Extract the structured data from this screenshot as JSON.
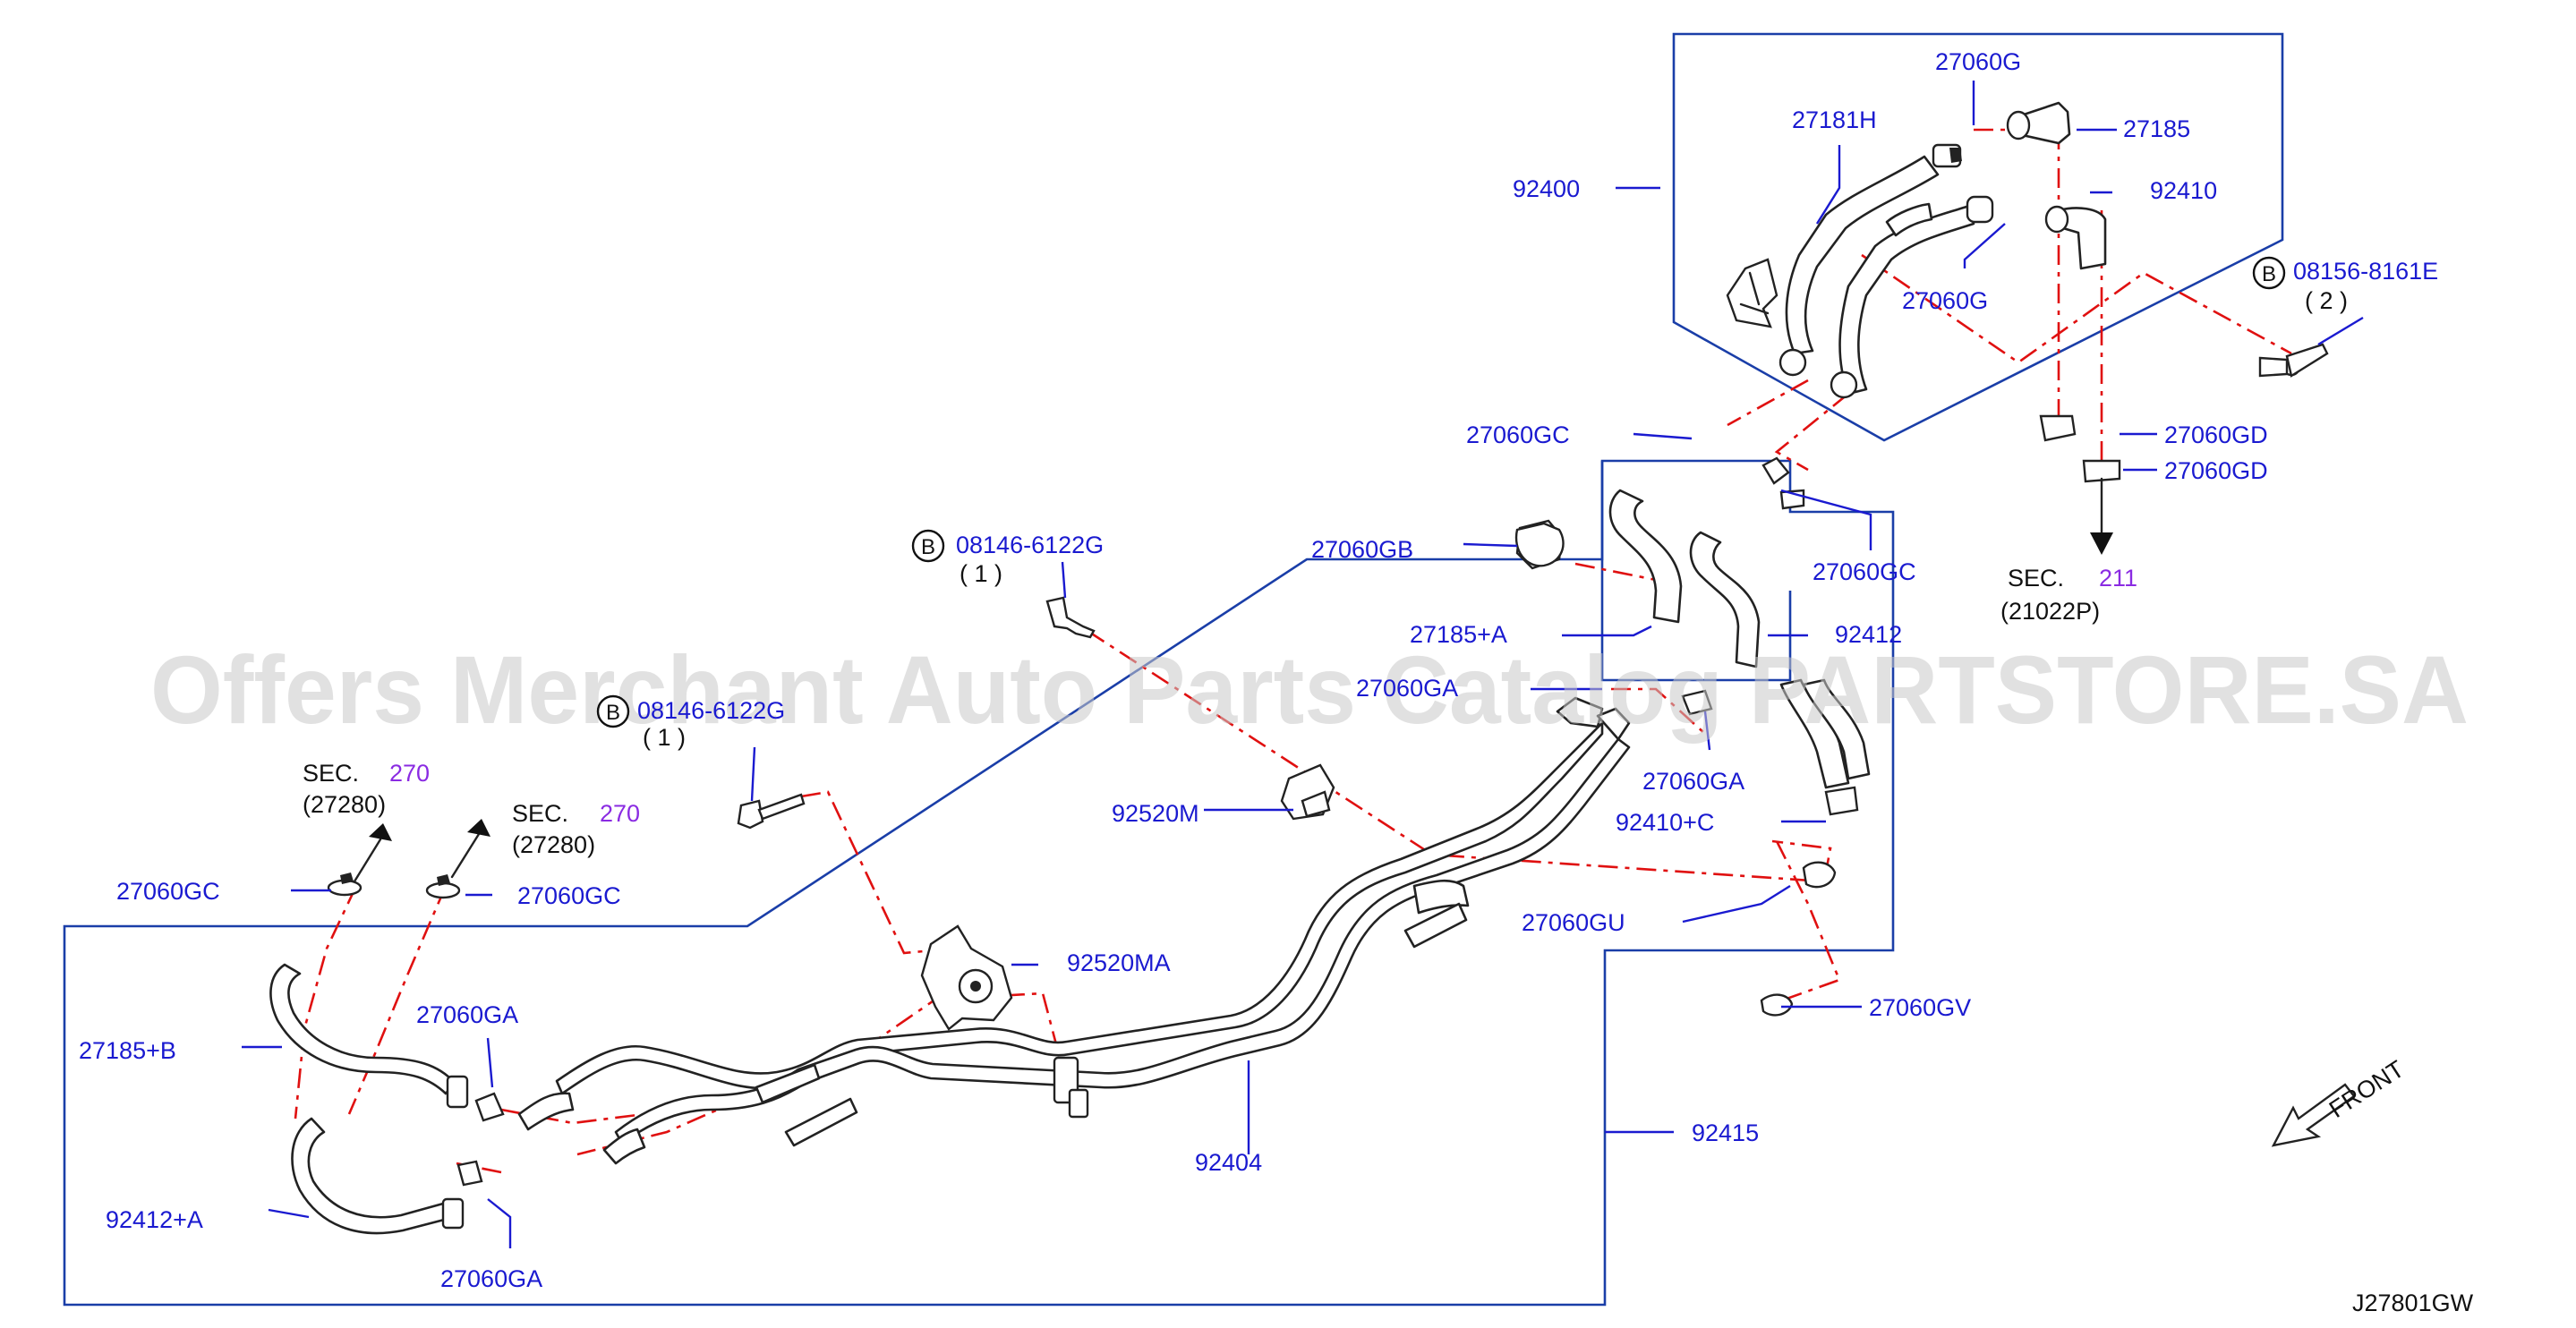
{
  "watermark": "Offers Merchant Auto Parts Catalog PARTSTORE.SA",
  "diagram_code": "J27801GW",
  "front_label": "FRONT",
  "part_labels": {
    "p27060G_top": "27060G",
    "p27181H": "27181H",
    "p27185": "27185",
    "p92400": "92400",
    "p92410": "92410",
    "p27060G_mid": "27060G",
    "bolt_8161_code": "08156-8161E",
    "bolt_8161_qty": "( 2 )",
    "p27060GC_upper": "27060GC",
    "p27060GD_1": "27060GD",
    "p27060GD_2": "27060GD",
    "bolt_6122_code": "08146-6122G",
    "bolt_6122_qty": "( 1 )",
    "p27060GB": "27060GB",
    "p27060GC_right": "27060GC",
    "p27185A": "27185+A",
    "p92412": "92412",
    "p27060GA_upper": "27060GA",
    "bolt_6212_code": "08146-6122G",
    "bolt_6212_qty": "( 1 )",
    "p27060GA_right": "27060GA",
    "p92520M": "92520M",
    "p92410C": "92410+C",
    "p27060GU": "27060GU",
    "p92520MA": "92520MA",
    "p27060GV": "27060GV",
    "p27060GC_left1": "27060GC",
    "p27060GC_left2": "27060GC",
    "p27185B": "27185+B",
    "p27060GA_left": "27060GA",
    "p92412A": "92412+A",
    "p27060GA_bottom": "27060GA",
    "p92404": "92404",
    "p92415": "92415"
  },
  "circle_marks": {
    "b1": "B",
    "b2": "B",
    "b3": "B"
  },
  "sec_refs": {
    "sec211_prefix": "SEC.",
    "sec211_num": "211",
    "sec211_code": "(21022P)",
    "sec270a_prefix": "SEC.",
    "sec270a_num": "270",
    "sec270a_code": "(27280)",
    "sec270b_prefix": "SEC.",
    "sec270b_num": "270",
    "sec270b_code": "(27280)"
  },
  "colors": {
    "label": "#1a1ad0",
    "frame": "#1a3ea8",
    "centerline": "#e01010",
    "drawing": "#222222",
    "sec_number": "#8a2be2"
  }
}
